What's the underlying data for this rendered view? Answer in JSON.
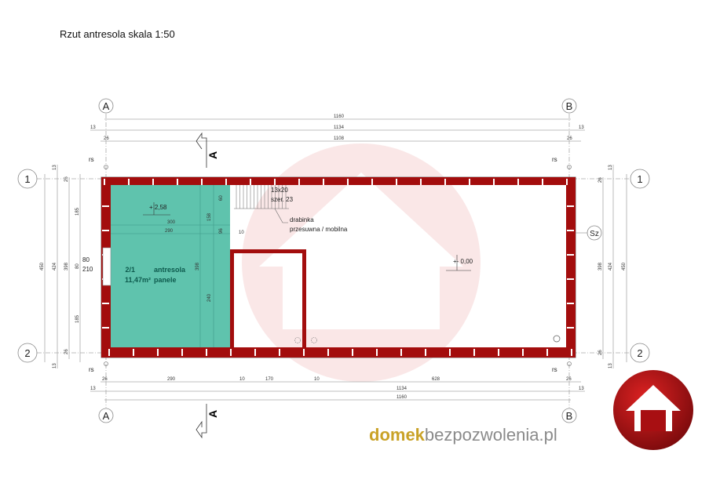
{
  "title": "Rzut antresola skala 1:50",
  "axes": {
    "a": "A",
    "b": "B",
    "one": "1",
    "two": "2",
    "sz": "Sz"
  },
  "section": "A",
  "rs": "rs",
  "dims_top": {
    "total": "1160",
    "mid": "1134",
    "inner": "1108",
    "off13": "13",
    "off26": "26"
  },
  "dims_bottom": {
    "segments": [
      "26",
      "290",
      "10",
      "170",
      "10",
      "628",
      "26"
    ],
    "mid": "1134",
    "total": "1160",
    "off13": "13"
  },
  "dims_left": {
    "total": "450",
    "mid": "424",
    "inner": "398",
    "seg1": "185",
    "seg2": "80",
    "seg3": "185",
    "off13": "13",
    "off26": "26"
  },
  "dims_right": {
    "total": "450",
    "mid": "424",
    "inner": "398",
    "off13": "13",
    "off26": "26"
  },
  "window": {
    "width": "80",
    "height": "210"
  },
  "inner_dims": {
    "w300": "300",
    "w290": "290",
    "h60": "60",
    "h158": "158",
    "h96": "96",
    "h10": "10",
    "h398": "398",
    "h240": "240"
  },
  "stairs": {
    "size": "13x20",
    "width": "szer. 23",
    "note1": "drabinka",
    "note2": "przesuwna / mobilna"
  },
  "room": {
    "number": "2/1",
    "area": "11,47m²",
    "name": "antresola",
    "finish": "panele"
  },
  "levels": {
    "mezzanine": "+ 2,58",
    "floor": "+- 0,00"
  },
  "brand": {
    "part1": "domek",
    "part2": "bezpozwolenia.pl"
  },
  "colors": {
    "wall": "#a30d0d",
    "room": "#5fc3ad",
    "brand_gold": "#c9a227",
    "brand_gray": "#8a8a8a",
    "logo": "#a80f12"
  }
}
